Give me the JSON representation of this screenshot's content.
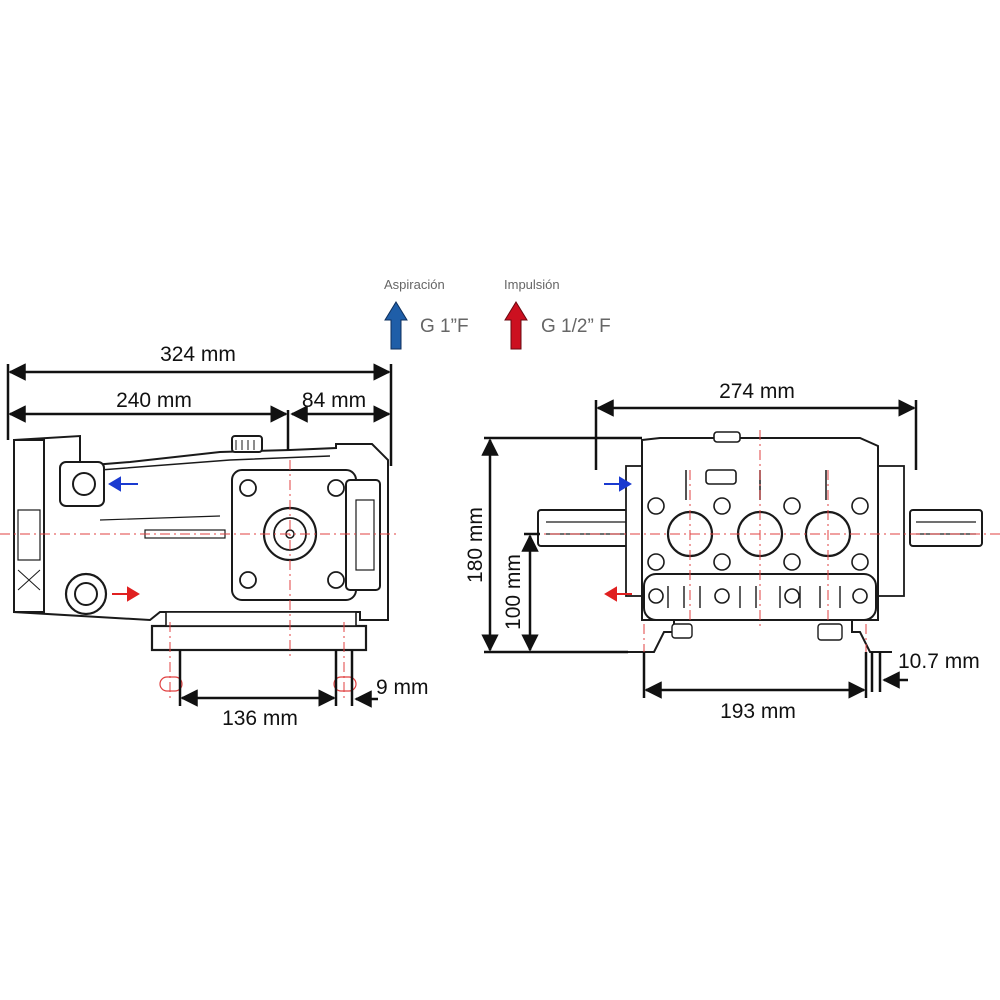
{
  "legend": {
    "suction": {
      "label": "Aspiración",
      "spec": "G 1”F",
      "color": "#1f5ea8",
      "icon": "arrow-up-blue-icon"
    },
    "discharge": {
      "label": "Impulsión",
      "spec": "G 1/2” F",
      "color": "#cc1020",
      "icon": "arrow-up-red-icon"
    }
  },
  "side_view": {
    "total_length": "324 mm",
    "body_length": "240 mm",
    "head_length": "84 mm",
    "foot_hole_spacing": "136 mm",
    "foot_hole_size": "9 mm"
  },
  "front_view": {
    "total_width": "274 mm",
    "total_height": "180 mm",
    "shaft_height": "100 mm",
    "foot_spacing": "193 mm",
    "foot_hole_size": "10.7 mm"
  },
  "colors": {
    "line": "#1a1a1a",
    "centerline": "#e04040",
    "body_fill": "#ffffff",
    "inlet_arrow": "#1a3ad0",
    "outlet_arrow": "#e02020"
  }
}
